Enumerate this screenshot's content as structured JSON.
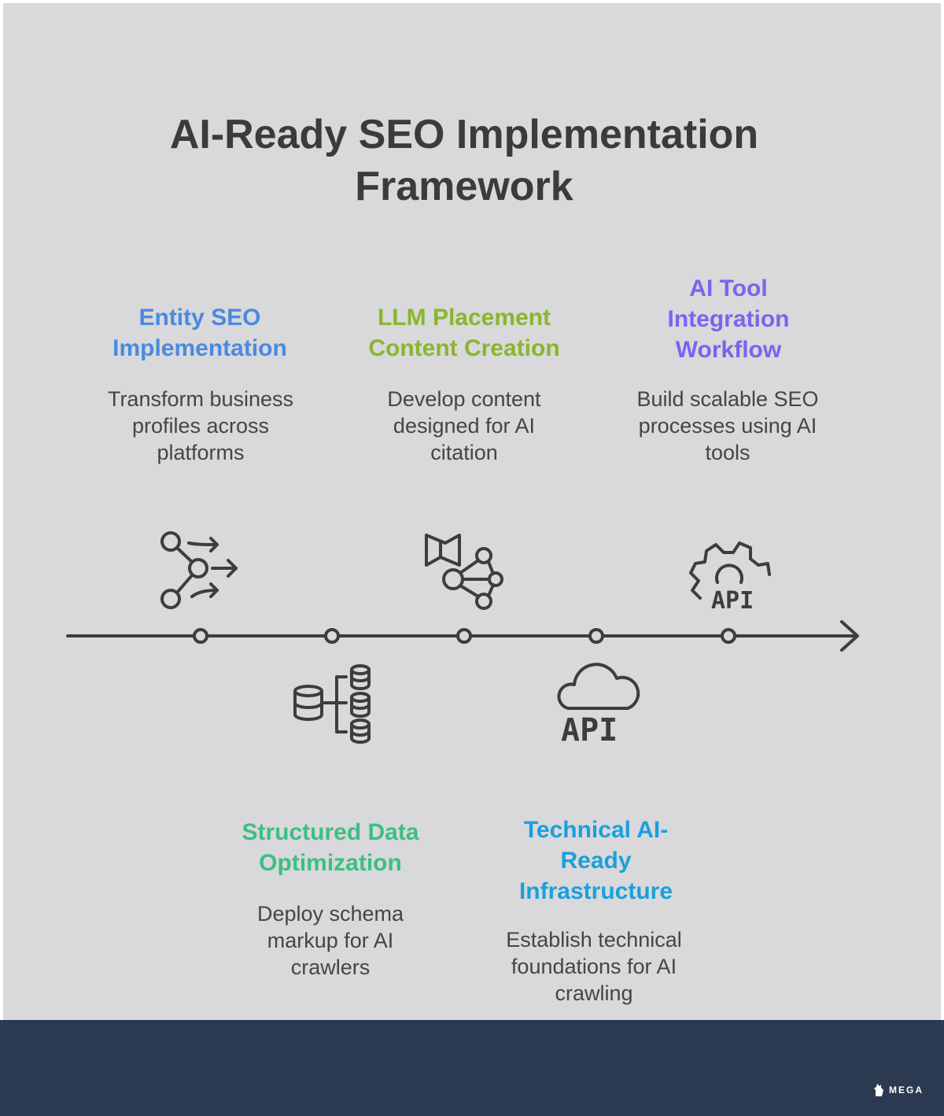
{
  "title": "AI-Ready SEO Implementation Framework",
  "steps": [
    {
      "title": "Entity SEO Implementation",
      "description": "Transform business profiles across platforms",
      "color": "#4a8ae0",
      "icon": "share-arrows-icon"
    },
    {
      "title": "Structured Data Optimization",
      "description": "Deploy schema markup for AI crawlers",
      "color": "#3bbf84",
      "icon": "database-hierarchy-icon"
    },
    {
      "title": "LLM Placement Content Creation",
      "description": "Develop content designed for AI citation",
      "color": "#89b62e",
      "icon": "book-network-icon"
    },
    {
      "title": "Technical AI-Ready Infrastructure",
      "description": "Establish technical foundations for AI crawling",
      "color": "#1aa0dc",
      "icon": "cloud-api-icon"
    },
    {
      "title": "AI Tool Integration Workflow",
      "description": "Build scalable SEO processes using AI tools",
      "color": "#7a63ee",
      "icon": "gear-api-icon"
    }
  ],
  "footer": {
    "logo_text": "MEGA"
  }
}
